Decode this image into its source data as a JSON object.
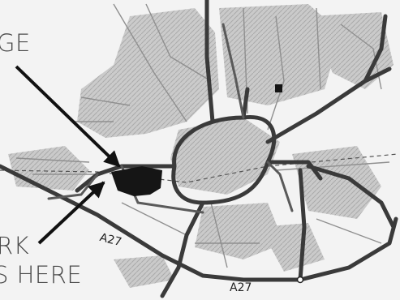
{
  "callouts": {
    "top": "GE",
    "bottom_line1": "RK",
    "bottom_line2": "S HERE"
  },
  "road_labels": {
    "west": "A27",
    "south": "A27"
  },
  "colors": {
    "background": "#f3f3f3",
    "major_road": "#3a3a3a",
    "minor_road": "#9a9a9a",
    "built_up": "#bdbdbd",
    "building_block": "#151515",
    "arrow": "#111111"
  }
}
